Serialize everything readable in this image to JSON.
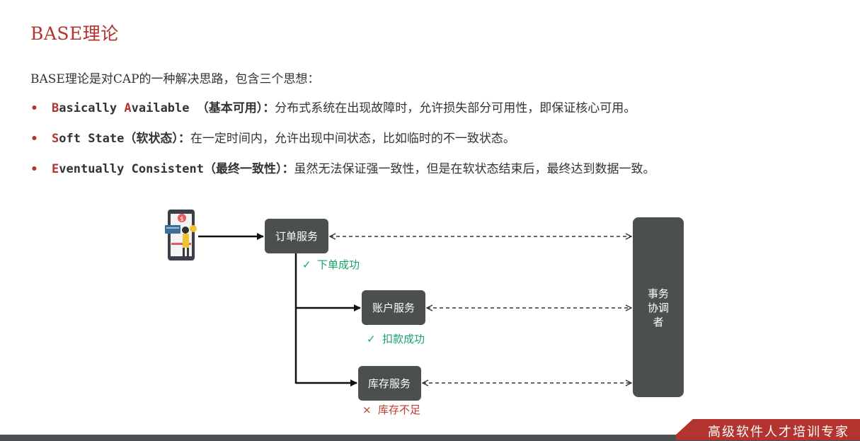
{
  "title": "BASE理论",
  "intro": "BASE理论是对CAP的一种解决思路，包含三个思想：",
  "bullets": [
    {
      "term_first": "B",
      "term_rest": "asically ",
      "term_first2": "A",
      "term_rest2": "vailable ",
      "term_cn": "（基本可用）：",
      "desc": "分布式系统在出现故障时，允许损失部分可用性，即保证核心可用。"
    },
    {
      "term_first": "S",
      "term_rest": "oft State",
      "term_cn": "（软状态）：",
      "desc": "在一定时间内，允许出现中间状态，比如临时的不一致状态。"
    },
    {
      "term_first": "E",
      "term_rest": "ventually Consistent",
      "term_cn": "（最终一致性）：",
      "desc": "虽然无法保证强一致性，但是在软状态结束后，最终达到数据一致。"
    }
  ],
  "diagram": {
    "order_service": "订单服务",
    "account_service": "账户服务",
    "inventory_service": "库存服务",
    "coordinator_lines": [
      "事务",
      "协调",
      "者"
    ],
    "order_status": "下单成功",
    "account_status": "扣款成功",
    "inventory_status": "库存不足",
    "ok_mark": "✓",
    "err_mark": "×",
    "colors": {
      "node": "#4b4f4f",
      "ok": "#17a36a",
      "err": "#c0392b",
      "accent": "#b3342e"
    }
  },
  "footer": {
    "slogan": "高级软件人才培训专家"
  }
}
